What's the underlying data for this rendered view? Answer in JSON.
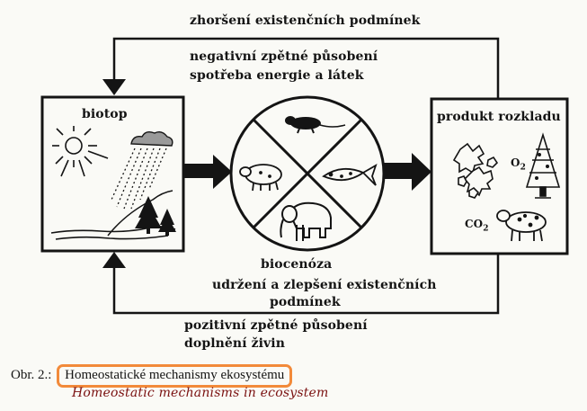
{
  "diagram": {
    "top_loop_label": "zhoršení existenčních podmínek",
    "negative_feedback_line1": "negativní zpětné působení",
    "negative_feedback_line2": "spotřeba energie a látek",
    "biotope_label": "biotop",
    "decomposition_label": "produkt rozkladu",
    "o2_label": "O",
    "o2_sub": "2",
    "co2_label": "CO",
    "co2_sub": "2",
    "biocenosis_label": "biocenóza",
    "maintain_line1": "udržení a zlepšení existenčních",
    "maintain_line2": "podmínek",
    "positive_feedback_line1": "pozitivní zpětné působení",
    "positive_feedback_line2": "doplnění živin",
    "icons": [
      "sun-icon",
      "rain-cloud-icon",
      "tree-icon",
      "water-icon",
      "rodent-icon",
      "pig-icon",
      "fish-icon",
      "elephant-icon",
      "leaf-icon",
      "spruce-tree-icon",
      "spotted-animal-icon"
    ]
  },
  "caption": {
    "prefix": "Obr. 2.:",
    "title": "Homeostatické mechanismy ekosystému",
    "handwritten_note": "Homeostatic mechanisms in ecosystem"
  },
  "colors": {
    "ink": "#141414",
    "highlight_border": "#f28a3a",
    "handwriting": "#7a1010"
  }
}
